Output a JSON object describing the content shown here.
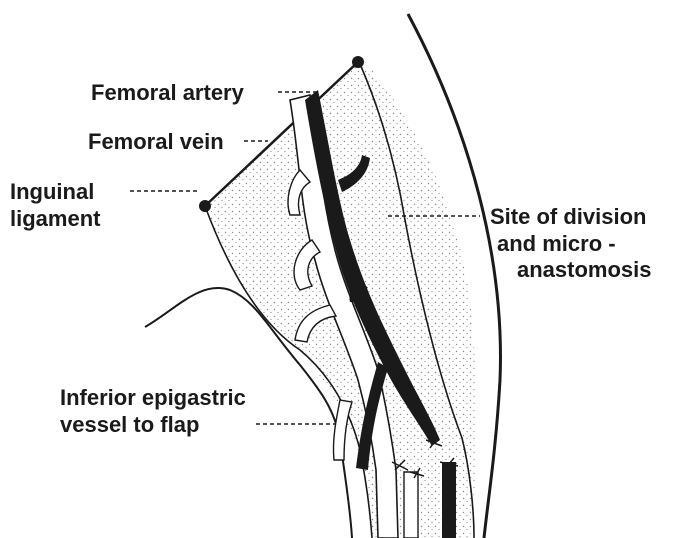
{
  "labels": {
    "femoral_artery": "Femoral artery",
    "femoral_vein": "Femoral vein",
    "inguinal_line1": "Inguinal",
    "inguinal_line2": "ligament",
    "site_line1": "Site of division",
    "site_line2": "and micro -",
    "site_line3": "anastomosis",
    "inferior_line1": "Inferior epigastric",
    "inferior_line2": "vessel to flap"
  },
  "colors": {
    "ink": "#1a1a1a",
    "stipple": "#8a8a8a",
    "background": "#ffffff"
  }
}
